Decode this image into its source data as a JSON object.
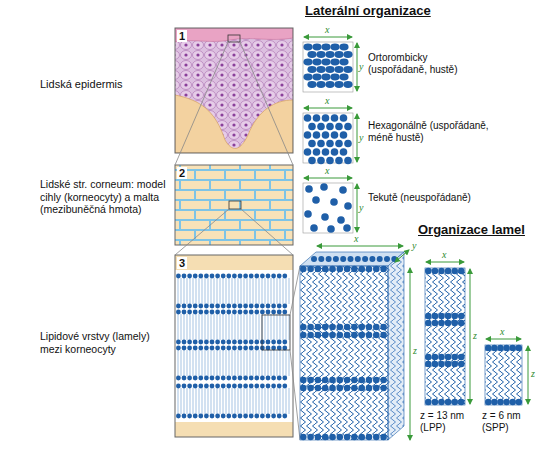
{
  "diagram": {
    "labels": [
      "Lidská epidermis",
      "1",
      "Laterální organizace",
      "x",
      "y",
      "Ortorombicky (uspořádaně, hustě)",
      "x",
      "y",
      "Hexagonálně (uspořádaně, méně hustě)",
      "Lidské str. corneum: model cihly (korneocyty) a malta (mezibuněčná hmota)",
      "2",
      "x",
      "y",
      "Tekutě (neuspořádaně)",
      "Organizace lamel",
      "x",
      "y",
      "z",
      "x",
      "z",
      "x",
      "z",
      "Lipidové vrstvy (lamely) mezi korneocyty",
      "3",
      "z = 13 nm (LPP)",
      "z = 6 nm (SPP)"
    ]
  }
}
